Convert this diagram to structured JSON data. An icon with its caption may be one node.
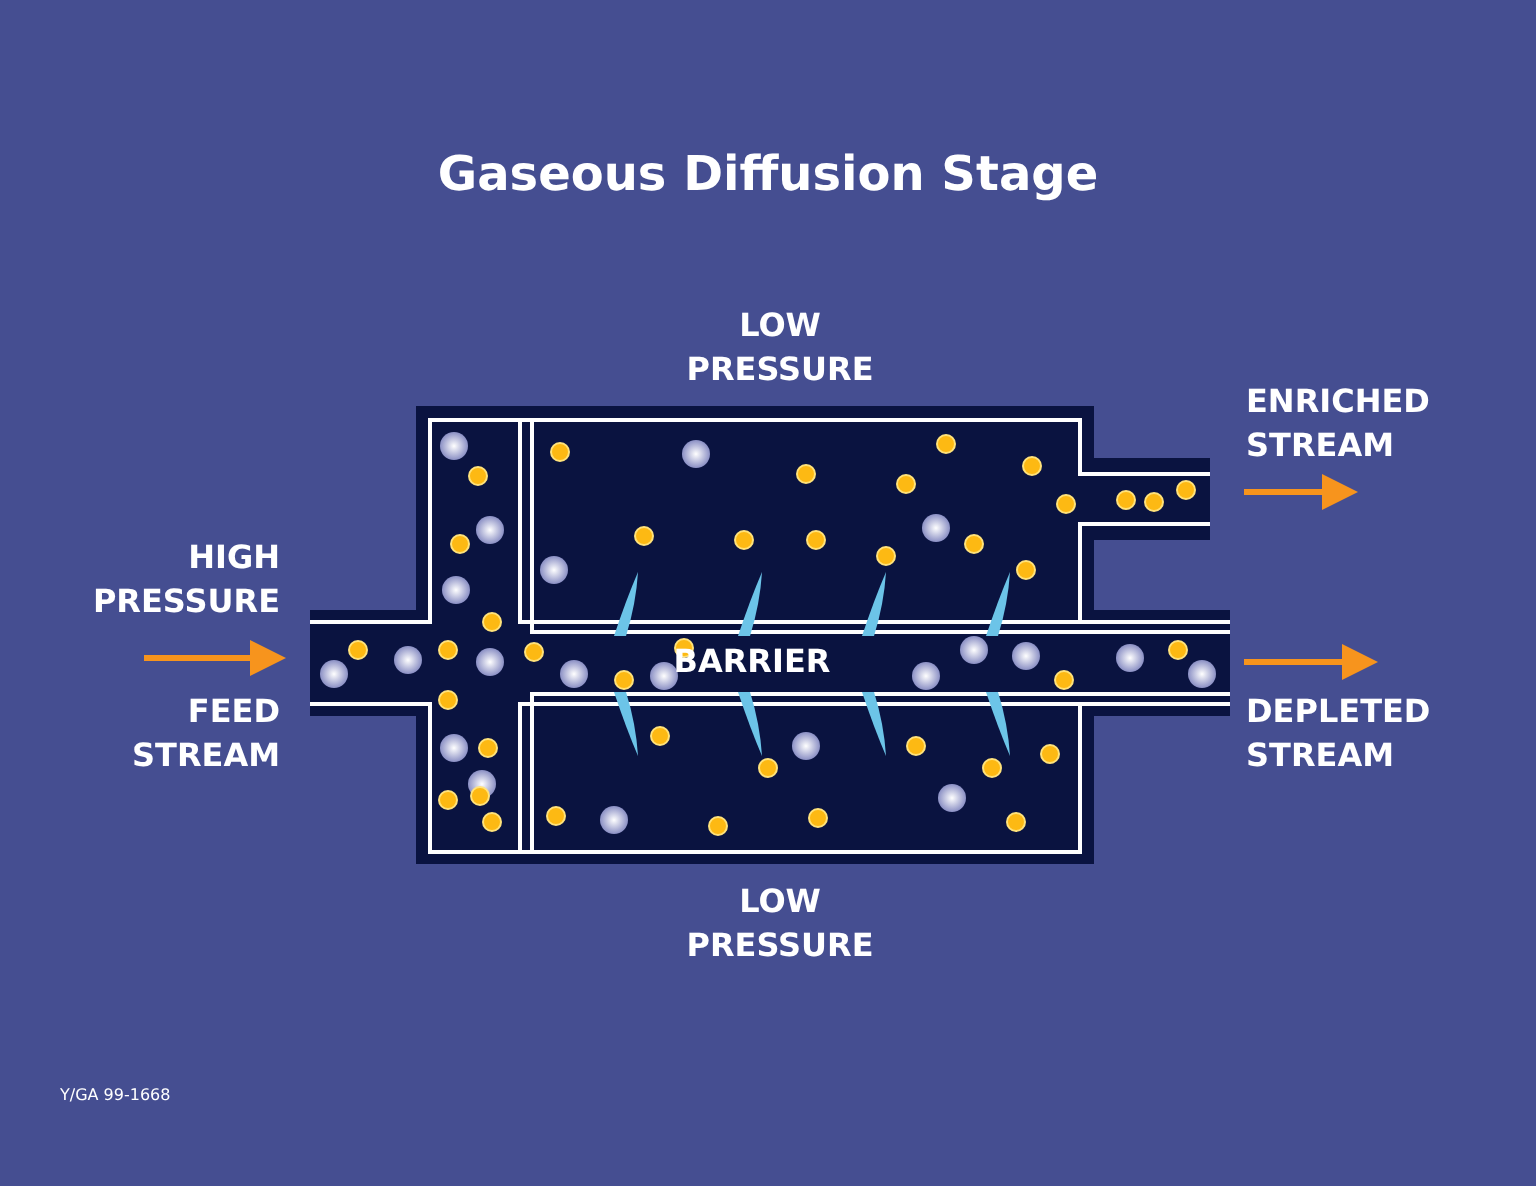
{
  "diagram": {
    "title": "Gaseous Diffusion Stage",
    "labels": [
      "LOW PRESSURE",
      "ENRICHED STREAM",
      "HIGH PRESSURE",
      "BARRIER",
      "FEED STREAM",
      "DEPLETED STREAM",
      "LOW PRESSURE",
      "Y/GA 99-1668"
    ]
  }
}
